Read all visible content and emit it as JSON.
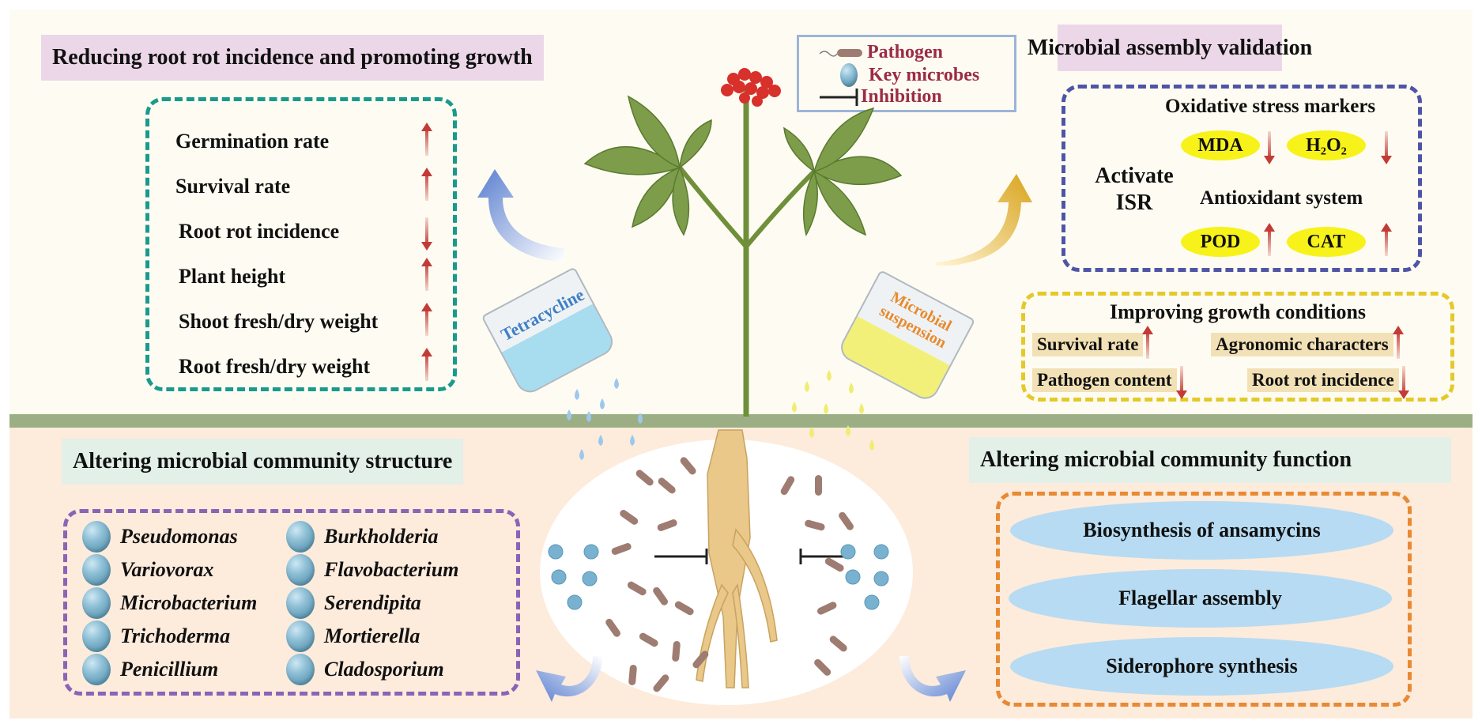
{
  "legend": {
    "items": [
      {
        "icon": "pathogen-icon",
        "label": "Pathogen"
      },
      {
        "icon": "key-microbe-icon",
        "label": "Key microbes"
      },
      {
        "icon": "inhibition-icon",
        "label": "Inhibition"
      }
    ],
    "label_color": "#9b2c44"
  },
  "top_left": {
    "title": "Reducing root rot incidence and promoting growth",
    "items": [
      {
        "label": "Germination rate",
        "direction": "up"
      },
      {
        "label": "Survival rate",
        "direction": "up"
      },
      {
        "label": "Root rot incidence",
        "direction": "down"
      },
      {
        "label": "Plant height",
        "direction": "up"
      },
      {
        "label": "Shoot fresh/dry weight",
        "direction": "up"
      },
      {
        "label": "Root fresh/dry weight",
        "direction": "up"
      }
    ]
  },
  "top_right": {
    "title": "Microbial assembly validation",
    "isr_line1": "Activate",
    "isr_line2": "ISR",
    "oxidative_title": "Oxidative stress markers",
    "oxidative": [
      {
        "label": "MDA",
        "direction": "down"
      },
      {
        "label": "H₂O₂",
        "direction": "down"
      }
    ],
    "antioxidant_title": "Antioxidant system",
    "antioxidant": [
      {
        "label": "POD",
        "direction": "up"
      },
      {
        "label": "CAT",
        "direction": "up"
      }
    ]
  },
  "growth_conditions": {
    "title": "Improving growth conditions",
    "items": [
      {
        "label": "Survival rate",
        "direction": "up"
      },
      {
        "label": "Agronomic characters",
        "direction": "up"
      },
      {
        "label": "Pathogen content",
        "direction": "down"
      },
      {
        "label": "Root rot incidence",
        "direction": "down"
      }
    ]
  },
  "beakers": {
    "left_label": "Tetracycline",
    "right_label_1": "Microbial",
    "right_label_2": "suspension"
  },
  "bottom_left": {
    "title": "Altering microbial community structure",
    "col1": [
      "Pseudomonas",
      "Variovorax",
      "Microbacterium",
      "Trichoderma",
      "Penicillium"
    ],
    "col2": [
      "Burkholderia",
      "Flavobacterium",
      "Serendipita",
      "Mortierella",
      "Cladosporium"
    ]
  },
  "bottom_right": {
    "title": "Altering microbial community function",
    "items": [
      "Biosynthesis of ansamycins",
      "Flagellar assembly",
      "Siderophore synthesis"
    ]
  },
  "colors": {
    "title_pink": "#ecd7e8",
    "title_green": "#e2f0e8",
    "teal_dash": "#1a9a8c",
    "navy_dash": "#4f55a6",
    "yellow_dash": "#e4c92a",
    "purple_dash": "#8a64b5",
    "orange_dash": "#e88a33",
    "arrow_red": "#c23b36"
  }
}
